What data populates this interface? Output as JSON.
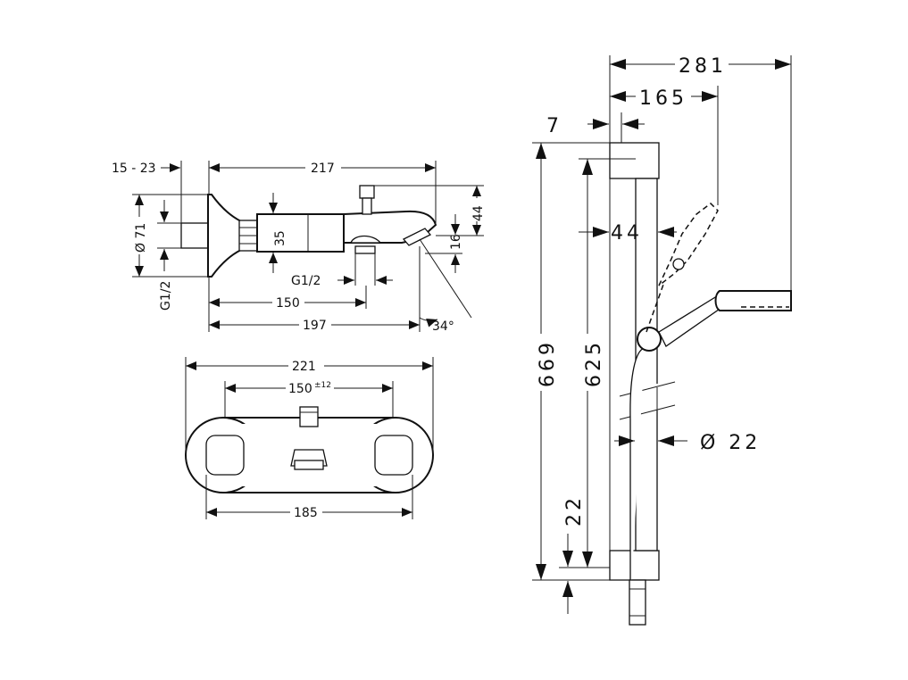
{
  "dimensions": {
    "mixer_side": {
      "wall_depth": "15 - 23",
      "length_total": "217",
      "diameter_flange": "Ø 71",
      "thread_inlet": "G1/2",
      "height_body": "35",
      "height_top": "44",
      "height_spout": "16",
      "thread_outlet": "G1/2",
      "center_distance": "150",
      "spout_reach": "197",
      "spout_angle": "34°"
    },
    "mixer_top": {
      "width_total": "221",
      "centers": "150",
      "centers_tolerance": "±12",
      "width_inner": "185"
    },
    "shower_set": {
      "projection_total": "281",
      "projection_handshower": "165",
      "offset_wall": "7",
      "rail_offset": "44",
      "height_total": "669",
      "height_rail": "625",
      "rail_diameter": "Ø 22",
      "bottom_offset": "22"
    }
  }
}
